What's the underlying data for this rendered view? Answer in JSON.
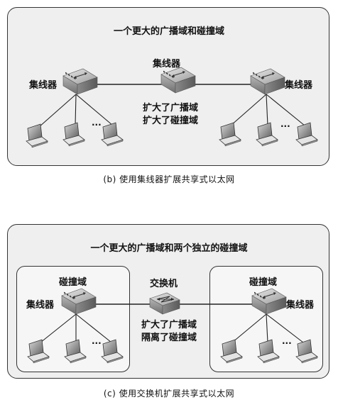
{
  "diagram_b": {
    "title": "一个更大的广播域和碰撞域",
    "hub_left_label": "集线器",
    "hub_center_label": "集线器",
    "hub_right_label": "集线器",
    "note_line1": "扩大了广播域",
    "note_line2": "扩大了碰撞域",
    "ellipsis": "···",
    "caption": "(b) 使用集线器扩展共享式以太网"
  },
  "diagram_c": {
    "title": "一个更大的广播域和两个独立的碰撞域",
    "left_domain_label": "碰撞域",
    "right_domain_label": "碰撞域",
    "hub_left_label": "集线器",
    "hub_right_label": "集线器",
    "switch_label": "交换机",
    "note_line1": "扩大了广播域",
    "note_line2": "隔离了碰撞域",
    "ellipsis": "···",
    "caption": "(c) 使用交换机扩展共享式以太网"
  }
}
